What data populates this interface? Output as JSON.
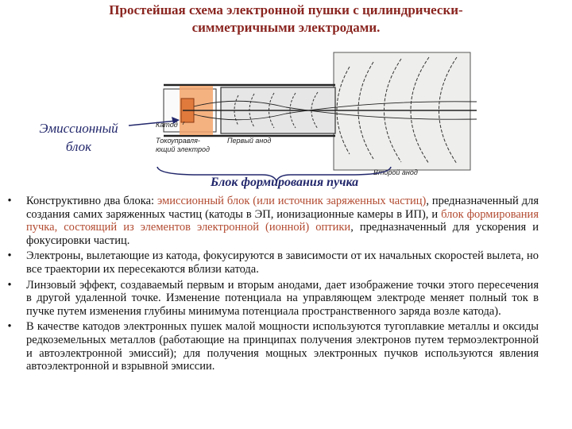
{
  "title_line1": "Простейшая схема электронной пушки с цилиндрически-",
  "title_line2": "симметричными электродами.",
  "diagram": {
    "emission_label_line1": "Эмиссионный",
    "emission_label_line2": "блок",
    "block_label": "Блок формирования пучка",
    "part_cathode": "Катод",
    "part_control_line1": "Токоуправля-",
    "part_control_line2": "ющий электрод",
    "part_first_anode": "Первый анод",
    "part_second_anode": "Второй анод"
  },
  "bullets": [
    {
      "p1": "Конструктивно два блока: ",
      "h1": "эмиссионный блок (или источник заряженных частиц)",
      "p2": ", предназначенный для создания самих заряженных частиц (катоды в ЭП, ионизационные камеры в ИП), и ",
      "h2": "блок формирования пучка, состоящий из элементов электронной (ионной) оптики",
      "p3": ", предназначенный для ускорения и фокусировки частиц."
    },
    {
      "text": "Электроны, вылетающие из катода, фокусируются в зависимости от их начальных скоростей вылета, но все траектории их пересекаются вблизи катода."
    },
    {
      "text": "Линзовый эффект, создаваемый первым и вторым анодами, дает изображение точки этого пересечения в другой удаленной точке. Изменение потенциала на управляющем электроде меняет полный ток в пучке путем изменения глубины минимума потенциала пространственного заряда возле катода)."
    },
    {
      "text": "В качестве катодов электронных пушек малой мощности используются тугоплавкие металлы и оксиды редкоземельных металлов (работающие на принципах получения электронов путем термоэлектронной и автоэлектронной эмиссий); для получения мощных электронных пучков используются явления автоэлектронной и взрывной эмиссии."
    }
  ],
  "colors": {
    "title": "#8a2520",
    "label": "#22276b",
    "highlight": "#b24a30",
    "emission_block": "#f3a56b"
  }
}
